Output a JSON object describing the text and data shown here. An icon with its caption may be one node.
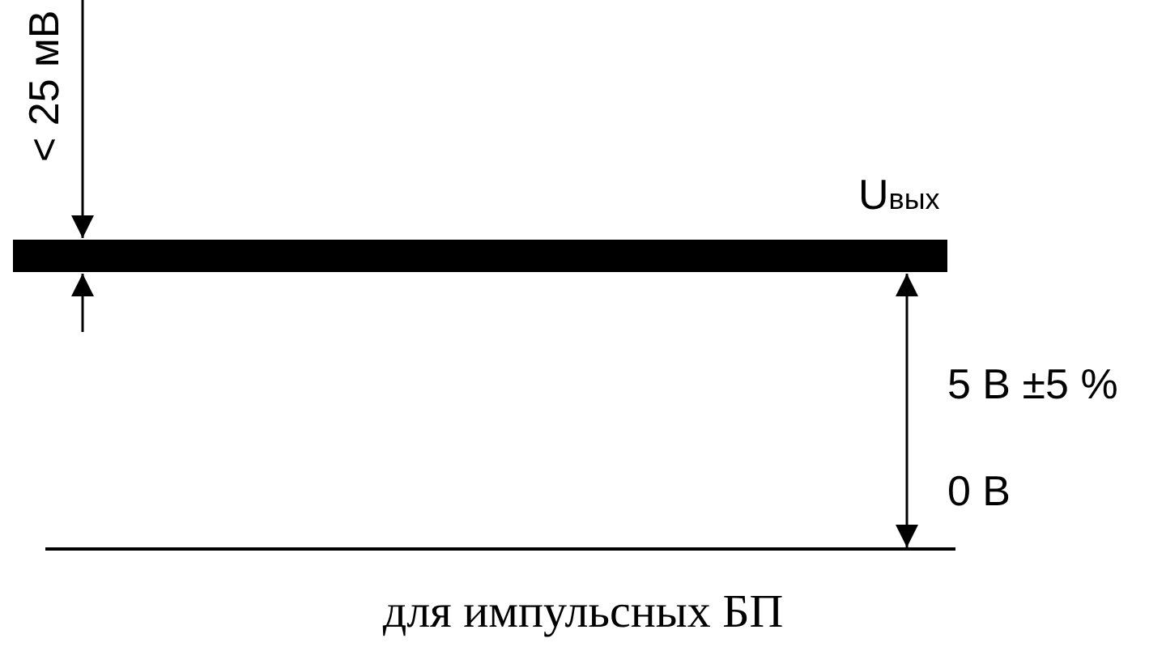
{
  "diagram": {
    "caption": "для импульсных БП",
    "labels": [
      "< 25 мВ",
      "U$_{вых}$",
      "5 В ±5 %",
      "0 В"
    ]
  }
}
